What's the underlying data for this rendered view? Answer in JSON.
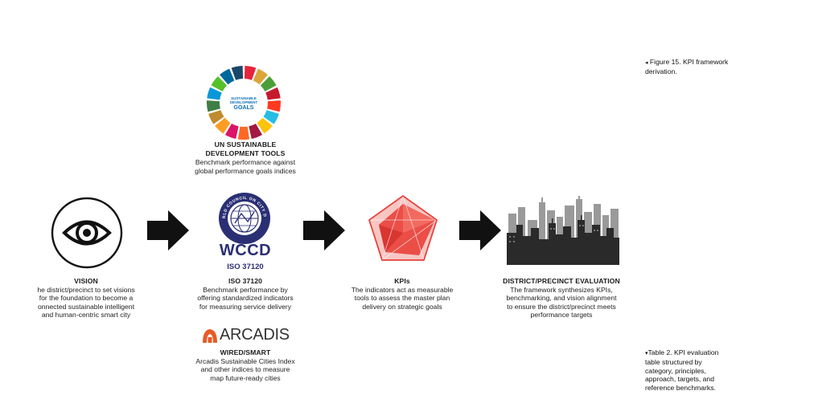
{
  "sdg": {
    "logo_text": [
      "SUSTAINABLE",
      "DEVELOPMENT",
      "GOALS"
    ],
    "title_line1": "UN SUSTAINABLE",
    "title_line2": "DEVELOPMENT TOOLS",
    "desc_line1": "Benchmark performance against",
    "desc_line2": "global performance goals indices"
  },
  "vision": {
    "title": "VISION",
    "desc_lines": [
      "he district/precinct to set visions",
      "for the foundation to become a",
      "onnected sustainable intelligent",
      "and human-centric smart city"
    ]
  },
  "iso": {
    "seal_text": "WORLD COUNCIL ON CITY DATA",
    "logo_text": "WCCD",
    "logo_sub": "ISO 37120",
    "title": "ISO 37120",
    "desc_lines": [
      "Benchmark performance by",
      "offering standardized indicators",
      "for measuring service delivery"
    ]
  },
  "arcadis": {
    "logo_text": "ARCADIS",
    "title": "WIRED/SMART",
    "desc_lines": [
      "Arcadis Sustainable Cities Index",
      "and other indices to measure",
      "map future-ready cities"
    ]
  },
  "kpis": {
    "title": "KPIs",
    "desc_lines": [
      "The indicators act as measurable",
      "tools to assess the master plan",
      "delivery on strategic goals"
    ]
  },
  "district": {
    "title": "DISTRICT/PRECINCT EVALUATION",
    "desc_lines": [
      "The framework synthesizes KPIs,",
      "benchmarking, and vision alignment",
      "to ensure the district/precinct meets",
      "performance targets"
    ]
  },
  "captions": {
    "figure_marker": "◂",
    "figure_lines": [
      "Figure 15. KPI framework",
      "derivation."
    ],
    "table_marker": "▾",
    "table_lines": [
      "Table 2. KPI evaluation",
      "table structured by",
      "category, principles,",
      "approach, targets, and",
      "reference benchmarks."
    ]
  },
  "colors": {
    "arrow": "#111111",
    "kpi_red": "#e8403a",
    "iso_navy": "#2a2f74",
    "arcadis_orange": "#e85b25",
    "skyline_dark": "#2a2a2a",
    "skyline_light": "#9a9a9a"
  },
  "sdg_wheel_colors": [
    "#e5243b",
    "#dda63a",
    "#4c9f38",
    "#c5192d",
    "#ff3a21",
    "#26bde2",
    "#fcc30b",
    "#a21942",
    "#fd6925",
    "#dd1367",
    "#fd9d24",
    "#bf8b2e",
    "#3f7e44",
    "#0a97d9",
    "#56c02b",
    "#00689d",
    "#19486a"
  ]
}
